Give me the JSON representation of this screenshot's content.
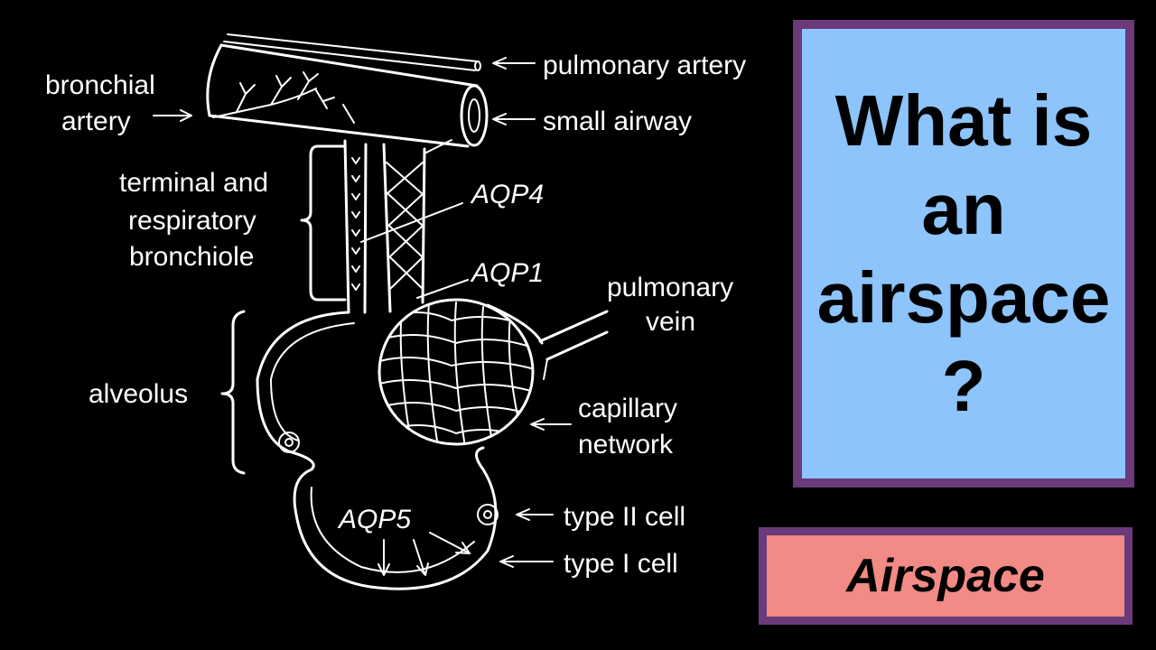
{
  "diagram": {
    "labels": {
      "bronchial_artery_1": "bronchial",
      "bronchial_artery_2": "artery",
      "pulmonary_artery": "pulmonary artery",
      "small_airway": "small airway",
      "terminal_1": "terminal and",
      "terminal_2": "respiratory",
      "terminal_3": "bronchiole",
      "aqp4": "AQP4",
      "aqp1": "AQP1",
      "pulmonary_vein_1": "pulmonary",
      "pulmonary_vein_2": "vein",
      "alveolus": "alveolus",
      "capillary_1": "capillary",
      "capillary_2": "network",
      "aqp5": "AQP5",
      "type2": "type II cell",
      "type1": "type I cell"
    }
  },
  "title": {
    "lines": [
      "What is",
      "an",
      "airspace",
      "?"
    ]
  },
  "tag": {
    "label": "Airspace"
  },
  "colors": {
    "background": "#000000",
    "title_box": "#8cc4fb",
    "tag_box": "#f28a86",
    "border": "#6a3a7a"
  }
}
